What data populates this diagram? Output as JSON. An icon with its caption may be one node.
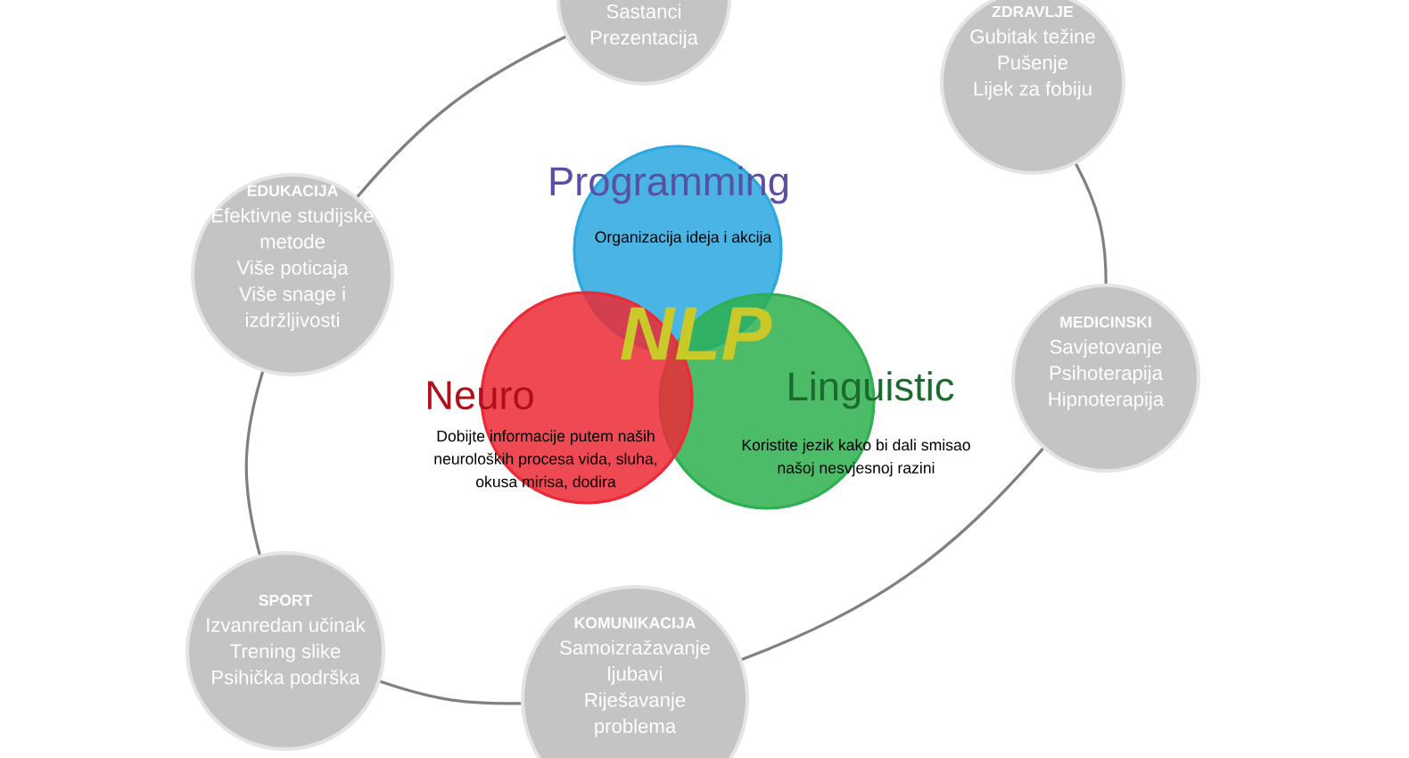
{
  "diagram": {
    "nodes": [
      {
        "text": [
          "Sastanci",
          "Prezentacija"
        ]
      },
      {
        "text": [
          "ZDRAVLJE",
          "Gubitak težine",
          "Pušenje",
          "Lijek za fobiju"
        ]
      },
      {
        "text": [
          "EDUKACIJA",
          "Efektivne studijske metode",
          "Više poticaja",
          "Više snage i izdržljivosti"
        ]
      },
      {
        "text": [
          "Programming",
          "Organizacija ideja i akcija"
        ]
      },
      {
        "text": [
          "MEDICINSKI",
          "Savjetovanje",
          "Psihoterapija",
          "Hipnoterapija"
        ]
      },
      {
        "text": [
          "Neuro",
          "Dobijte informacije putem naših neuroloških procesa vida, sluha, okusa mirisa, dodira"
        ]
      },
      {
        "text": [
          "Linguistic",
          "Koristite jezik kako bi dali smisao našoj nesvjesnoj razini"
        ]
      },
      {
        "text": [
          "SPORT",
          "Izvanredan učinak",
          "Trening slike",
          "Psihička podrška"
        ]
      },
      {
        "text": [
          "KOMUNIKACIJA",
          "Samoizražavanje ljubavi",
          "Riješavanje problema"
        ]
      }
    ],
    "edges": [
      {
        "from": 2,
        "to": 0,
        "arrow": "none"
      },
      {
        "from": 1,
        "to": 4,
        "arrow": "none"
      },
      {
        "from": 4,
        "to": 8,
        "arrow": "none"
      },
      {
        "from": 8,
        "to": 7,
        "arrow": "none"
      },
      {
        "from": 7,
        "to": 2,
        "arrow": "none"
      }
    ],
    "labels": [
      "NLP"
    ]
  }
}
